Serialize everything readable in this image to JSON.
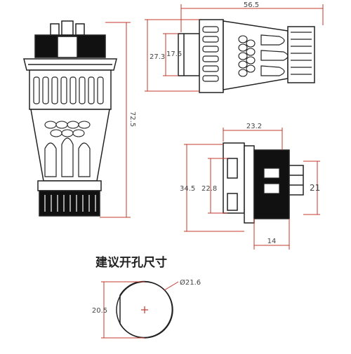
{
  "colors": {
    "outline": "#222222",
    "dimension_line": "#c0392b",
    "dimension_text": "#444444",
    "fill_dark": "#111111",
    "fill_light": "#ffffff",
    "center_mark": "#c0392b"
  },
  "drawings": {
    "vertical_view": {
      "length_label": "72.5"
    },
    "side_view": {
      "length_label": "56.5",
      "outer_dia_label": "27.3",
      "inner_dia_label": "17.5"
    },
    "panel_mount_view": {
      "width_label": "23.2",
      "height_label": "34.5",
      "inner_height_label": "22.8",
      "right_height_label": "21",
      "bottom_width_label": "14"
    },
    "cutout": {
      "title": "建议开孔尺寸",
      "diameter_label": "Ø21.6",
      "flat_label": "20.5"
    }
  }
}
